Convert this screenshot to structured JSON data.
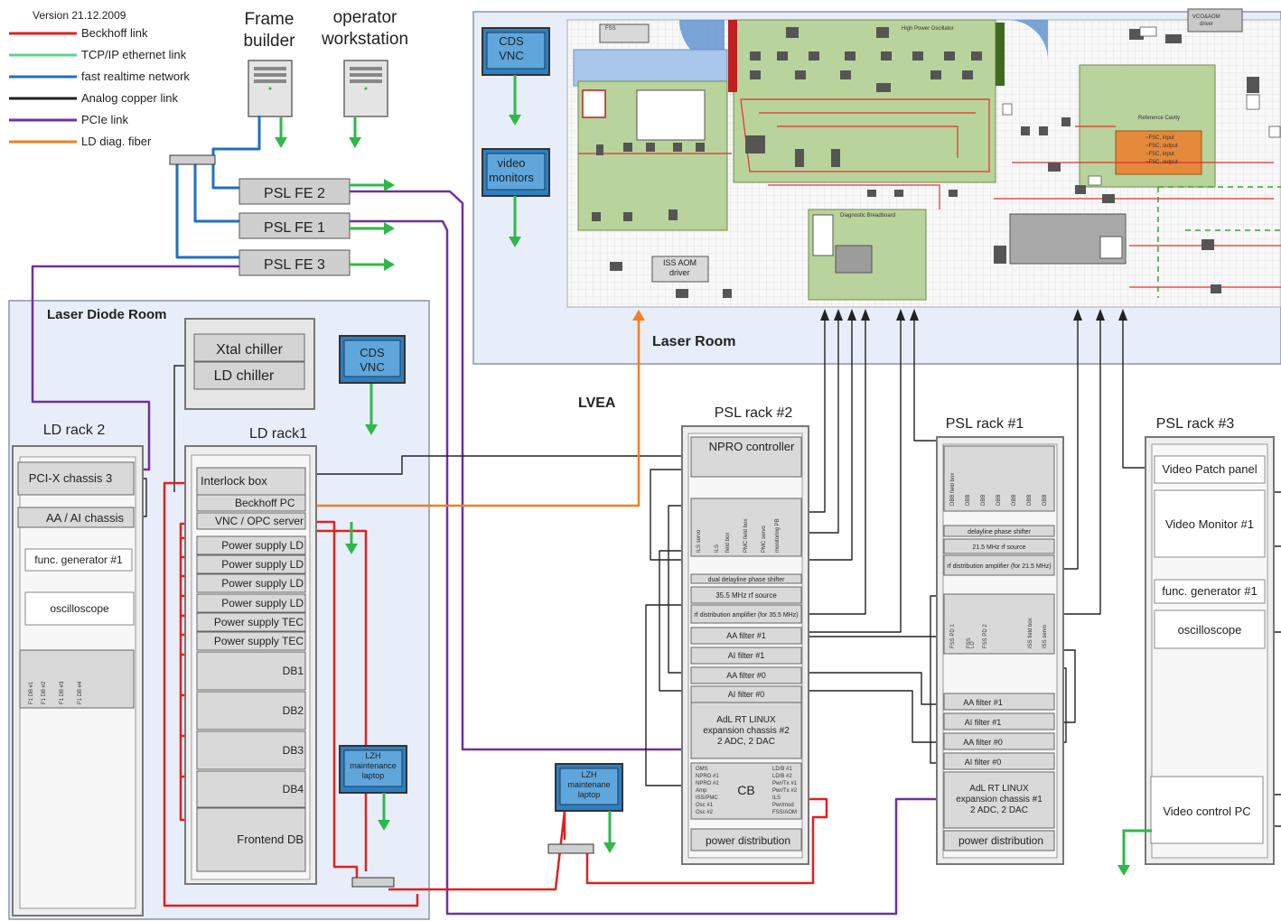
{
  "version": "Version 21.12.2009",
  "legend": [
    {
      "label": "Beckhoff link",
      "color": "#e02020"
    },
    {
      "label": "TCP/IP ethernet link",
      "color": "#5fd38a"
    },
    {
      "label": "fast realtime network",
      "color": "#2070c0"
    },
    {
      "label": "Analog copper link",
      "color": "#222222"
    },
    {
      "label": "PCIe link",
      "color": "#7030a0"
    },
    {
      "label": "LD diag. fiber",
      "color": "#f08020"
    }
  ],
  "top": {
    "frame_builder": [
      "Frame",
      "builder"
    ],
    "operator_workstation": [
      "operator",
      "workstation"
    ],
    "psl_fe": [
      "PSL FE 2",
      "PSL FE 1",
      "PSL FE 3"
    ]
  },
  "rooms": {
    "laser_diode_room": "Laser Diode Room",
    "laser_room": "Laser Room",
    "lvea": "LVEA"
  },
  "chillers": [
    "Xtal chiller",
    "LD chiller"
  ],
  "cds_vnc": [
    "CDS",
    "VNC"
  ],
  "video_monitors": [
    "video",
    "monitors"
  ],
  "ld_rack2": {
    "title": "LD rack 2",
    "units": [
      "PCI-X chassis 3",
      "AA / AI chassis",
      "func. generator #1",
      "oscilloscope"
    ],
    "cards": [
      "F1 DB #1",
      "F1 DB #2",
      "F1 DB #3",
      "F1 DB #4"
    ]
  },
  "ld_rack1": {
    "title": "LD rack1",
    "units": [
      "Interlock box",
      "Beckhoff PC",
      "VNC / OPC server",
      "Power supply LD",
      "Power supply LD",
      "Power supply LD",
      "Power supply LD",
      "Power supply TEC",
      "Power supply TEC",
      "DB1",
      "DB2",
      "DB3",
      "DB4",
      "Frontend DB"
    ]
  },
  "lzh_laptop": [
    "LZH",
    "maintenance",
    "laptop"
  ],
  "lzh_laptop2": [
    "LZH",
    "maintenane",
    "laptop"
  ],
  "psl_rack2": {
    "title": "PSL rack #2",
    "top": "NPRO controller",
    "cards": [
      "ILS servo",
      "ILS",
      "field box",
      "PMC field box",
      "PMC servo",
      "monitoring PB"
    ],
    "units": [
      "dual delayline phase shifter",
      "35.5 MHz rf source",
      "rf distribution amplifier (for 35.5 MHz)",
      "AA filter #1",
      "AI filter #1",
      "AA filter #0",
      "AI filter #0"
    ],
    "chassis": [
      "AdL RT LINUX",
      "expansion chassis #2",
      "2 ADC, 2 DAC"
    ],
    "cb": "CB",
    "cb_left": [
      "OMS",
      "NPRO #1",
      "NPRO #2",
      "Amp",
      "ISS/PMC",
      "Osc #1",
      "Osc #2"
    ],
    "cb_right": [
      "LD/B #1",
      "LD/B #2",
      "Pwr/Tx #1",
      "Pwr/Tx #2",
      "ILS",
      "Pwr/mod",
      "FSS/AOM"
    ],
    "power": "power distribution"
  },
  "psl_rack1": {
    "title": "PSL rack #1",
    "cards_top": [
      "DBB field box",
      "DBB",
      "DBB",
      "DBB",
      "DBB",
      "DBB",
      "DBB"
    ],
    "units": [
      "delayline phase shifter",
      "21.5 MHz rf source",
      "rf distribution amplifier (for 21.5 MHz)"
    ],
    "cards_mid": [
      "FSS PD 1",
      "FSS",
      "LD",
      "FSS PD 2",
      "ISS field box",
      "ISS servo"
    ],
    "filters": [
      "AA filter #1",
      "AI filter #1",
      "AA filter #0",
      "AI filter #0"
    ],
    "chassis": [
      "AdL RT LINUX",
      "expansion chassis #1",
      "2 ADC, 2 DAC"
    ],
    "power": "power distribution"
  },
  "psl_rack3": {
    "title": "PSL rack #3",
    "units": [
      "Video Patch panel",
      "Video Monitor #1",
      "func. generator #1",
      "oscilloscope",
      "Video control PC"
    ]
  },
  "table_labels": {
    "fss": "FSS",
    "hpo": "High Power Oscillator",
    "vco": [
      "VCO&AOM",
      "driver"
    ],
    "ref_cavity": "Reference Cavity",
    "diag_breadboard": "Diagnostic Breadboard",
    "iss_aom": [
      "ISS AOM",
      "driver"
    ],
    "ref_items": [
      "~FSC, input",
      "~FSC, output",
      "~FSC, input",
      "~FSC, output"
    ]
  }
}
